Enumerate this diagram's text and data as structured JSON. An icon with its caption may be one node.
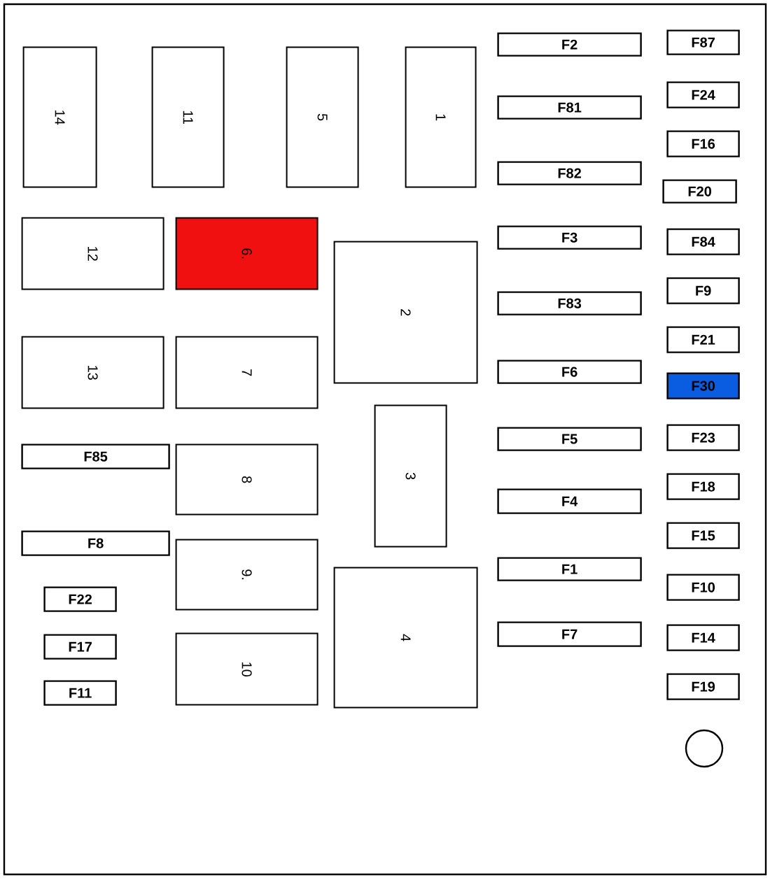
{
  "diagram": {
    "nodes": [
      {
        "text": [],
        "shape": "box"
      },
      {
        "text": [
          "14"
        ],
        "in": 0
      },
      {
        "text": [
          "11"
        ],
        "in": 0
      },
      {
        "text": [
          "5"
        ],
        "in": 0
      },
      {
        "text": [
          "1"
        ],
        "in": 0
      },
      {
        "text": [
          "F2"
        ],
        "in": 0
      },
      {
        "text": [
          "F87"
        ],
        "in": 0
      },
      {
        "text": [
          "F24"
        ],
        "in": 0
      },
      {
        "text": [
          "F81"
        ],
        "in": 0
      },
      {
        "text": [
          "F16"
        ],
        "in": 0
      },
      {
        "text": [
          "F82"
        ],
        "in": 0
      },
      {
        "text": [
          "F20"
        ],
        "in": 0
      },
      {
        "text": [
          "12"
        ],
        "in": 0
      },
      {
        "text": [
          "6."
        ],
        "in": 0
      },
      {
        "text": [
          "F3"
        ],
        "in": 0
      },
      {
        "text": [
          "F84"
        ],
        "in": 0
      },
      {
        "text": [
          "2"
        ],
        "in": 0
      },
      {
        "text": [
          "F9"
        ],
        "in": 0
      },
      {
        "text": [
          "F83"
        ],
        "in": 0
      },
      {
        "text": [
          "F21"
        ],
        "in": 0
      },
      {
        "text": [
          "13"
        ],
        "in": 0
      },
      {
        "text": [
          "7"
        ],
        "in": 0
      },
      {
        "text": [
          "F6"
        ],
        "in": 0
      },
      {
        "text": [
          "F30"
        ],
        "in": 0
      },
      {
        "text": [
          "3"
        ],
        "in": 0
      },
      {
        "text": [
          "F5"
        ],
        "in": 0
      },
      {
        "text": [
          "F23"
        ],
        "in": 0
      },
      {
        "text": [
          "F85"
        ],
        "in": 0
      },
      {
        "text": [
          "8"
        ],
        "in": 0
      },
      {
        "text": [
          "F4"
        ],
        "in": 0
      },
      {
        "text": [
          "F18"
        ],
        "in": 0
      },
      {
        "text": [
          "F15"
        ],
        "in": 0
      },
      {
        "text": [
          "F8"
        ],
        "in": 0
      },
      {
        "text": [
          "9."
        ],
        "in": 0
      },
      {
        "text": [
          "F1"
        ],
        "in": 0
      },
      {
        "text": [
          "F10"
        ],
        "in": 0
      },
      {
        "text": [
          "4"
        ],
        "in": 0
      },
      {
        "text": [
          "F22"
        ],
        "in": 0
      },
      {
        "text": [
          "F7"
        ],
        "in": 0
      },
      {
        "text": [
          "F14"
        ],
        "in": 0
      },
      {
        "text": [
          "F17"
        ],
        "in": 0
      },
      {
        "text": [
          "F11"
        ],
        "in": 0
      },
      {
        "text": [
          "10"
        ],
        "in": 0
      },
      {
        "text": [
          "F19"
        ],
        "in": 0
      }
    ]
  }
}
